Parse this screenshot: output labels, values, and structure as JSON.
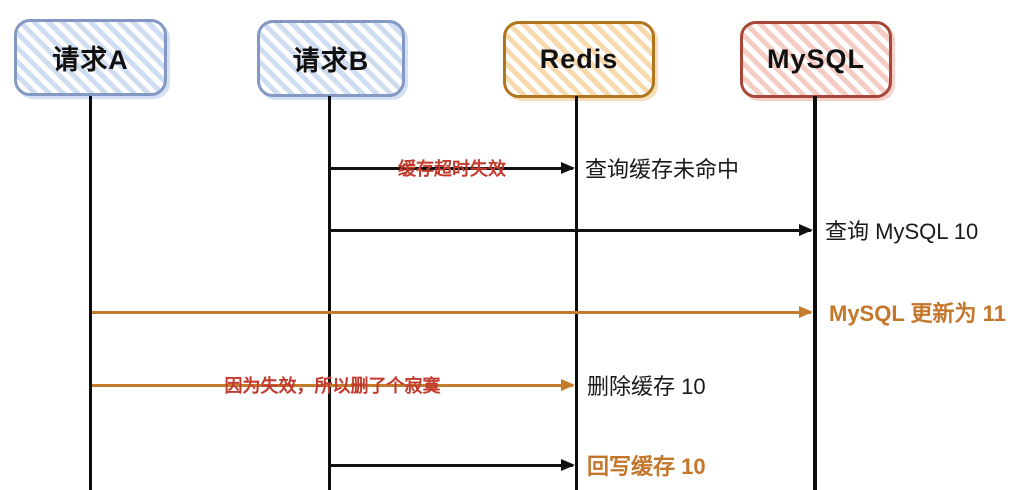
{
  "diagram_type": "sequence-diagram",
  "actors": [
    {
      "name": "请求A",
      "color_border": "#8399c4",
      "color_fill": "#cfddf2"
    },
    {
      "name": "请求B",
      "color_border": "#8399c4",
      "color_fill": "#cfddf2"
    },
    {
      "name": "Redis",
      "color_border": "#b0761f",
      "color_fill": "#f6d9ad"
    },
    {
      "name": "MySQL",
      "color_border": "#a6473a",
      "color_fill": "#f4ccc3"
    }
  ],
  "messages": [
    {
      "from": "请求B",
      "to": "Redis",
      "arrow_color": "#111111",
      "label": "缓存超时失效",
      "label_color": "#c23b2e",
      "result": "查询缓存未命中",
      "result_color": "#1a1a1a"
    },
    {
      "from": "请求B",
      "to": "MySQL",
      "arrow_color": "#111111",
      "label": "",
      "result": "查询 MySQL 10",
      "result_color": "#1a1a1a"
    },
    {
      "from": "请求A",
      "to": "MySQL",
      "arrow_color": "#c27c2c",
      "label": "",
      "result": "MySQL 更新为 11",
      "result_color": "#c4772b"
    },
    {
      "from": "请求A",
      "to": "Redis",
      "arrow_color": "#c27c2c",
      "label": "因为失效，所以删了个寂寞",
      "label_color": "#c23b2e",
      "result": "删除缓存 10",
      "result_color": "#1a1a1a"
    },
    {
      "from": "请求B",
      "to": "Redis",
      "arrow_color": "#111111",
      "label": "",
      "result": "回写缓存 10",
      "result_color": "#c4772b"
    }
  ],
  "colors": {
    "arrow_black": "#111111",
    "arrow_orange": "#c27c2c",
    "label_red": "#c23b2e",
    "text_orange": "#c4772b",
    "text_black": "#1a1a1a"
  }
}
